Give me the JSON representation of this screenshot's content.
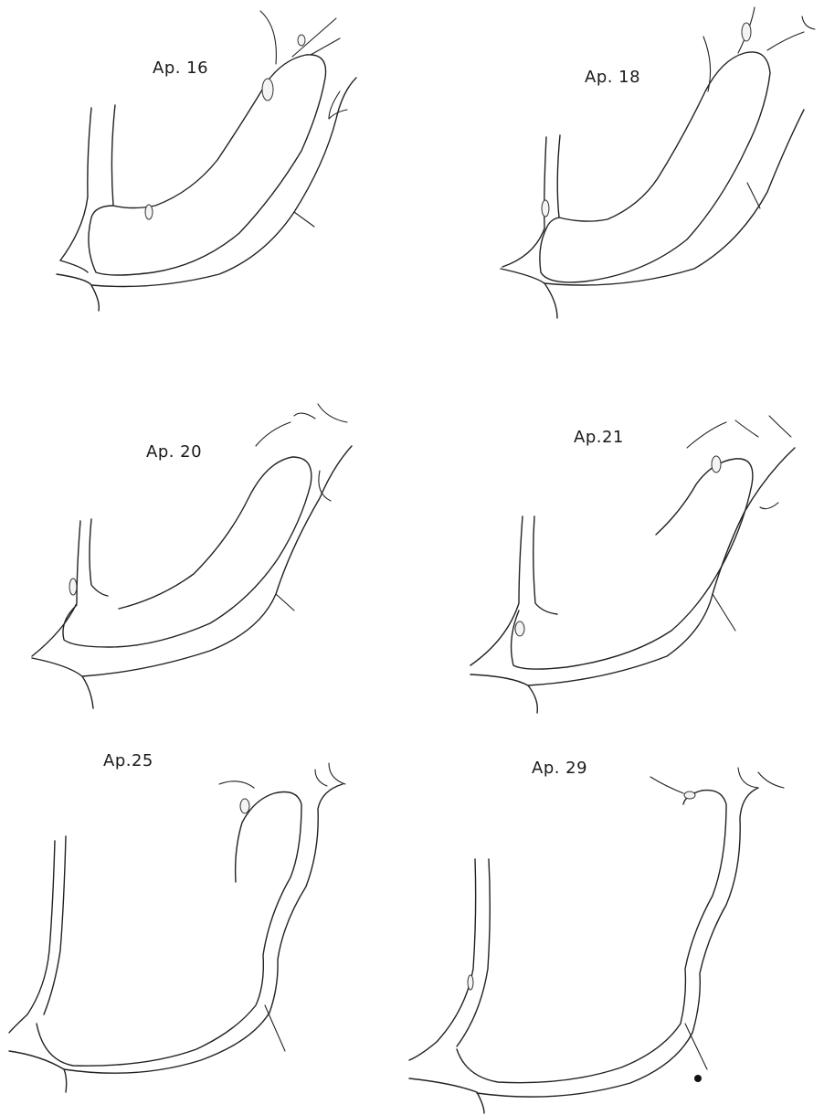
{
  "panels": [
    {
      "label": "Ap. 16",
      "stage": "day-16"
    },
    {
      "label": "Ap. 18",
      "stage": "day-18"
    },
    {
      "label": "Ap. 20",
      "stage": "day-20"
    },
    {
      "label": "Ap.21",
      "stage": "day-21"
    },
    {
      "label": "Ap.25",
      "stage": "day-25"
    },
    {
      "label": "Ap. 29",
      "stage": "day-29"
    }
  ],
  "colors": {
    "background": "#ffffff",
    "ink": "#222222"
  }
}
